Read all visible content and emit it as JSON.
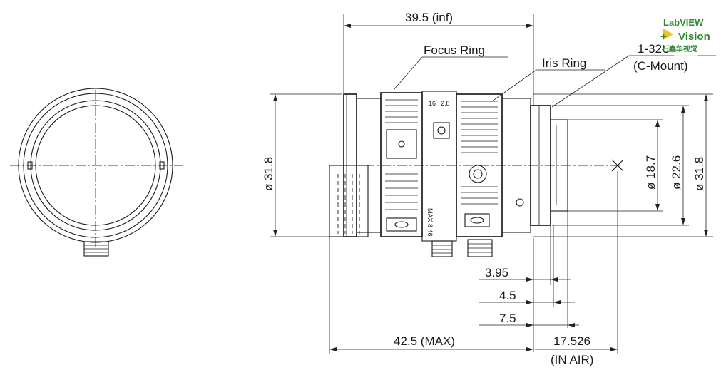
{
  "labels": {
    "overall_length": "39.5 (inf)",
    "focus_ring": "Focus Ring",
    "iris_ring": "Iris Ring",
    "mount_thread": "1-32UN",
    "mount_type": "(C-Mount)",
    "dia_left": "ø 31.8",
    "dia_187": "ø 18.7",
    "dia_226": "ø 22.6",
    "dia_318": "ø 31.8",
    "dim_395": "3.95",
    "dim_45": "4.5",
    "dim_75": "7.5",
    "max_length": "42.5 (MAX)",
    "flange_back": "17.526",
    "in_air": "(IN AIR)",
    "scale_text": "MAX 8 46",
    "ring_marks_1": "16",
    "ring_marks_2": "2.8"
  },
  "watermark": {
    "line1": "LabVIEW",
    "line2": "Vision",
    "line3": "石鑫华视觉",
    "plus": "+",
    "accent_color": "#2c8a2c",
    "play_color": "#f2c21a"
  },
  "colors": {
    "line": "#1a1a1a",
    "background": "#ffffff"
  }
}
